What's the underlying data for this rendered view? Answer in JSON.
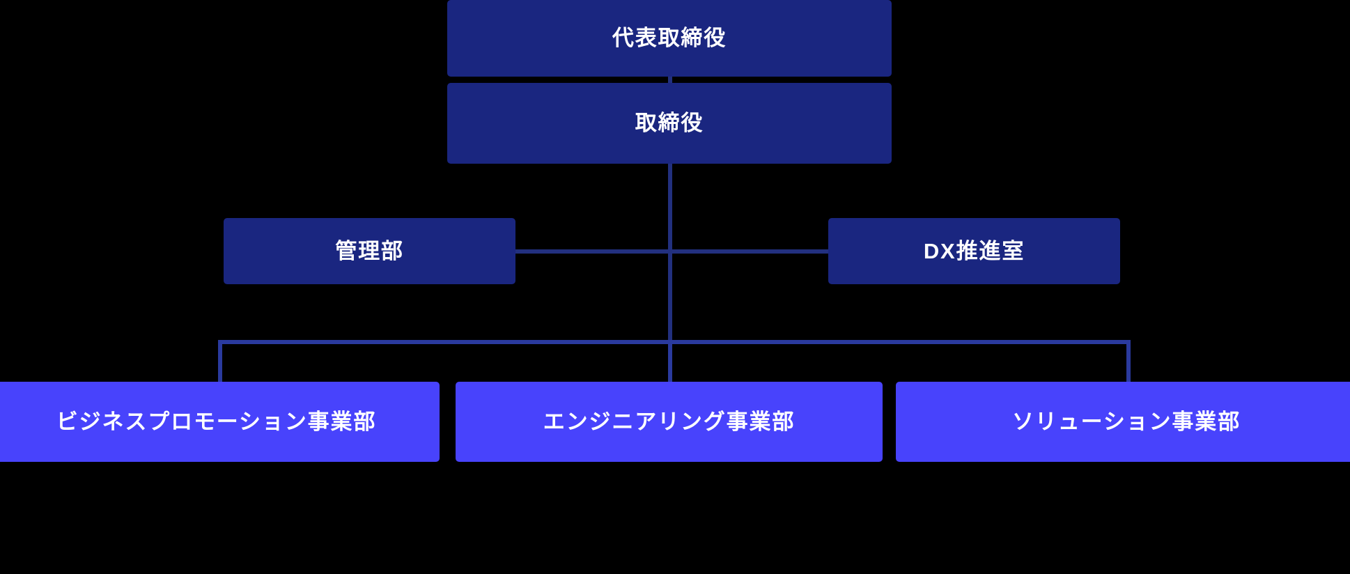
{
  "chart_data": {
    "type": "diagram",
    "diagram_type": "organization-chart",
    "title": "",
    "background_color": "#000000",
    "colors": {
      "executive_box": "#1a2680",
      "department_box": "#1a2680",
      "division_box": "#4843fc",
      "connector_dark": "#22307f",
      "connector_bright": "#2a3a9e",
      "text": "#ffffff"
    },
    "levels": [
      {
        "level": 1,
        "nodes": [
          {
            "id": "ceo",
            "label": "代表取締役",
            "style": "executive"
          }
        ]
      },
      {
        "level": 2,
        "nodes": [
          {
            "id": "director",
            "label": "取締役",
            "style": "executive"
          }
        ]
      },
      {
        "level": 3,
        "nodes": [
          {
            "id": "admin",
            "label": "管理部",
            "style": "department"
          },
          {
            "id": "dx",
            "label": "DX推進室",
            "style": "department"
          }
        ]
      },
      {
        "level": 4,
        "nodes": [
          {
            "id": "biz-promo",
            "label": "ビジネスプロモーション事業部",
            "style": "division"
          },
          {
            "id": "engineering",
            "label": "エンジニアリング事業部",
            "style": "division"
          },
          {
            "id": "solution",
            "label": "ソリューション事業部",
            "style": "division"
          }
        ]
      }
    ],
    "edges": [
      {
        "from": "ceo",
        "to": "director"
      },
      {
        "from": "director",
        "to": "admin"
      },
      {
        "from": "director",
        "to": "dx"
      },
      {
        "from": "director",
        "to": "biz-promo"
      },
      {
        "from": "director",
        "to": "engineering"
      },
      {
        "from": "director",
        "to": "solution"
      }
    ]
  },
  "nodes": {
    "ceo": {
      "label": "代表取締役"
    },
    "director": {
      "label": "取締役"
    },
    "admin": {
      "label": "管理部"
    },
    "dx": {
      "label": "DX推進室"
    },
    "biz_promo": {
      "label": "ビジネスプロモーション事業部"
    },
    "engineering": {
      "label": "エンジニアリング事業部"
    },
    "solution": {
      "label": "ソリューション事業部"
    }
  }
}
